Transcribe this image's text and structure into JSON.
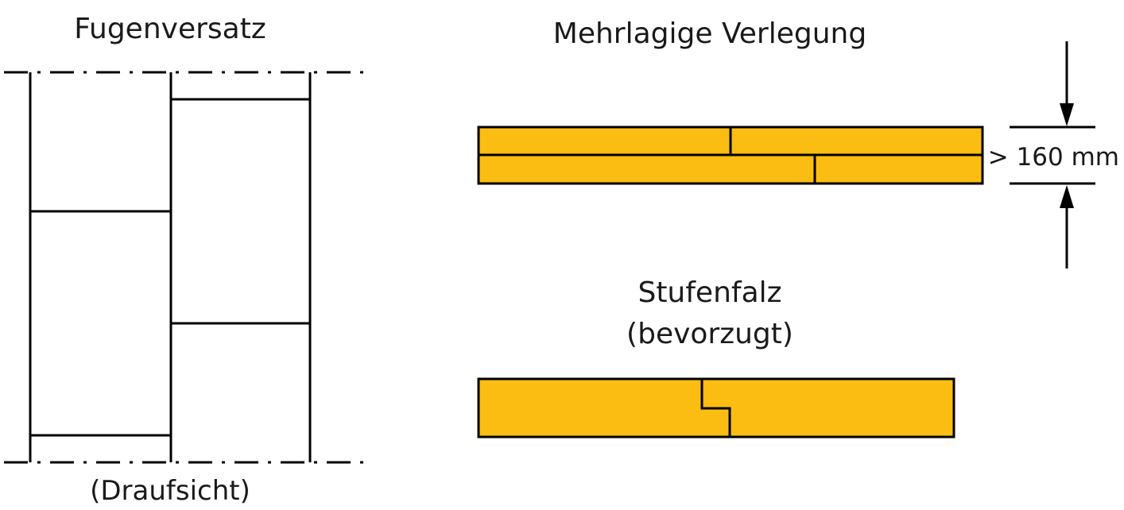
{
  "labels": {
    "fugenversatz": "Fugenversatz",
    "draufsicht": "(Draufsicht)",
    "mehrlagig": "Mehrlagige Verlegung",
    "stufenfalz_1": "Stufenfalz",
    "stufenfalz_2": "(bevorzugt)",
    "dimension": "> 160 mm"
  },
  "colors": {
    "wood": "#FBBD12",
    "line": "#000000"
  }
}
